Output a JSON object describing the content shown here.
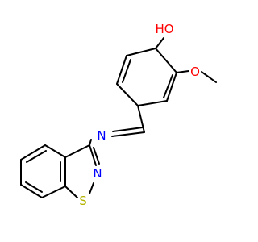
{
  "molecule": {
    "labels": {
      "hydroxyl": "HO",
      "methoxy_oxygen": "O",
      "imine_nitrogen": "N",
      "ring_nitrogen": "N",
      "sulfur": "S"
    },
    "colors": {
      "bond": "#000000",
      "oxygen": "#ff0000",
      "nitrogen": "#0000ff",
      "sulfur": "#b2b200"
    }
  }
}
